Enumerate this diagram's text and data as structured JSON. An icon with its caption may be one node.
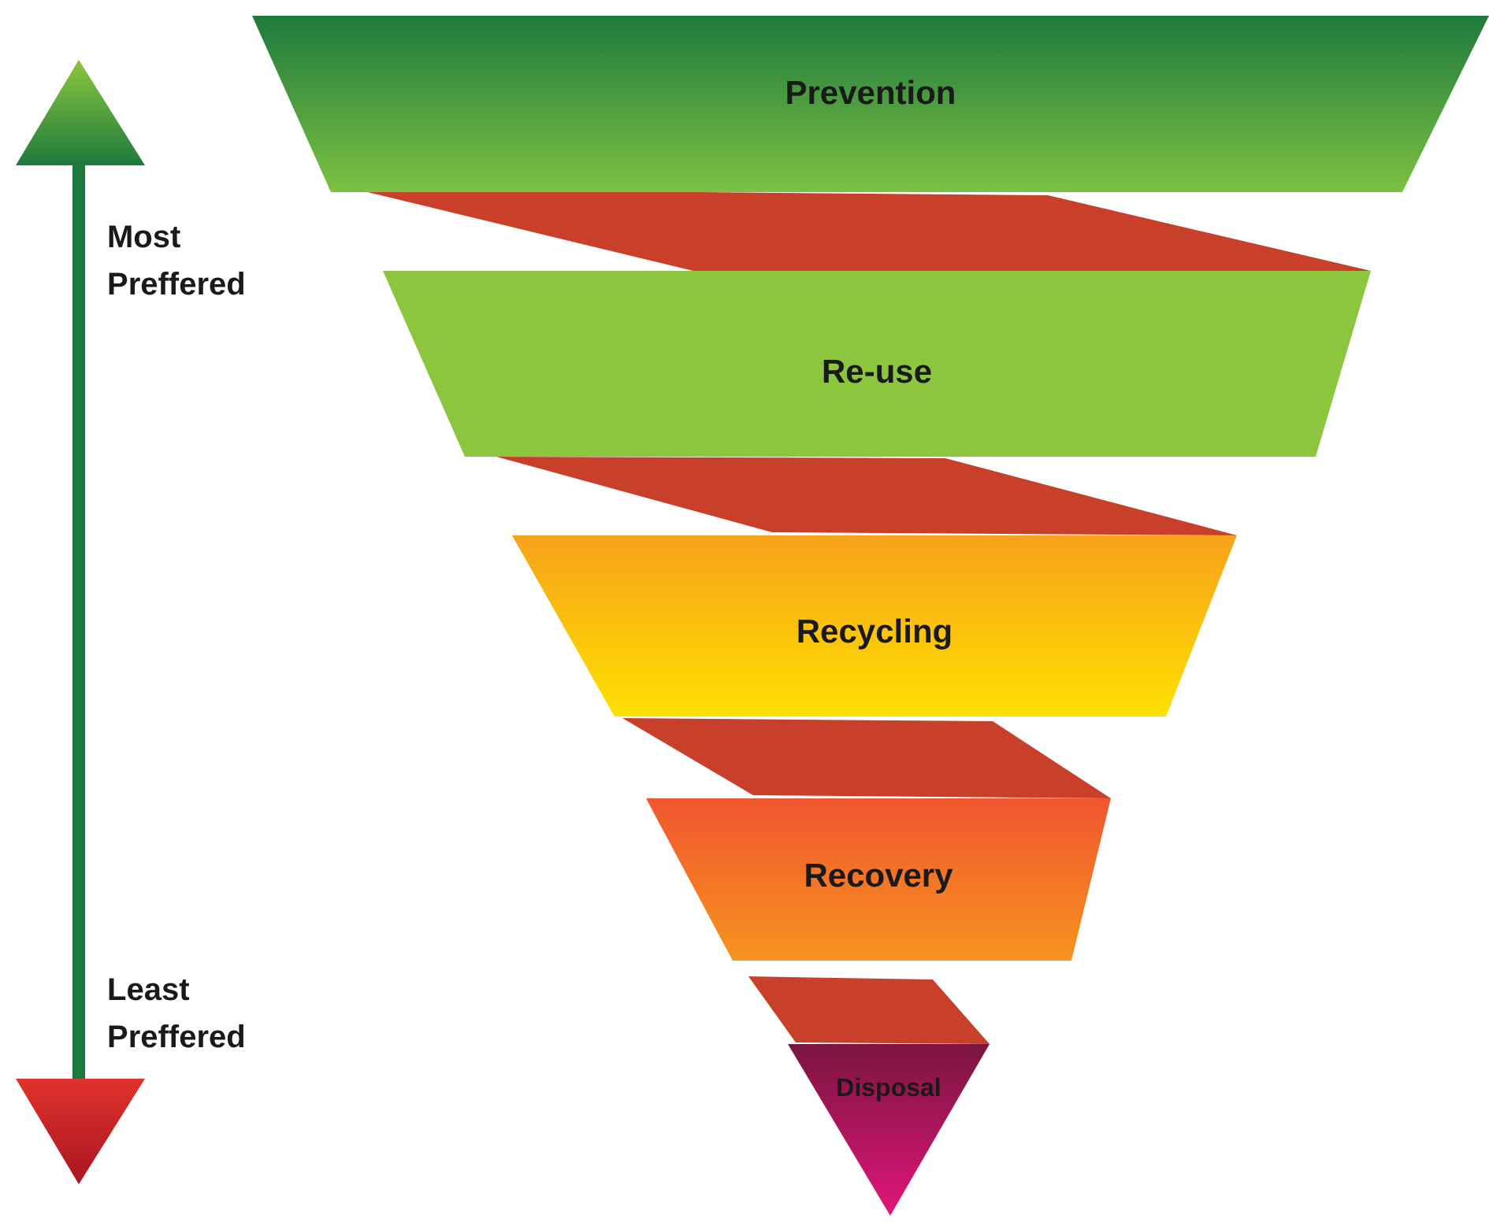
{
  "diagram": {
    "nodes": [
      {
        "text": [
          "Prevention"
        ]
      },
      {
        "text": [
          "Re-use"
        ]
      },
      {
        "text": [
          "Recycling"
        ]
      },
      {
        "text": [
          "Recovery"
        ]
      },
      {
        "text": [
          "Disposal"
        ]
      }
    ],
    "labels": [
      "Most Preffered",
      "Least Preffered"
    ]
  }
}
